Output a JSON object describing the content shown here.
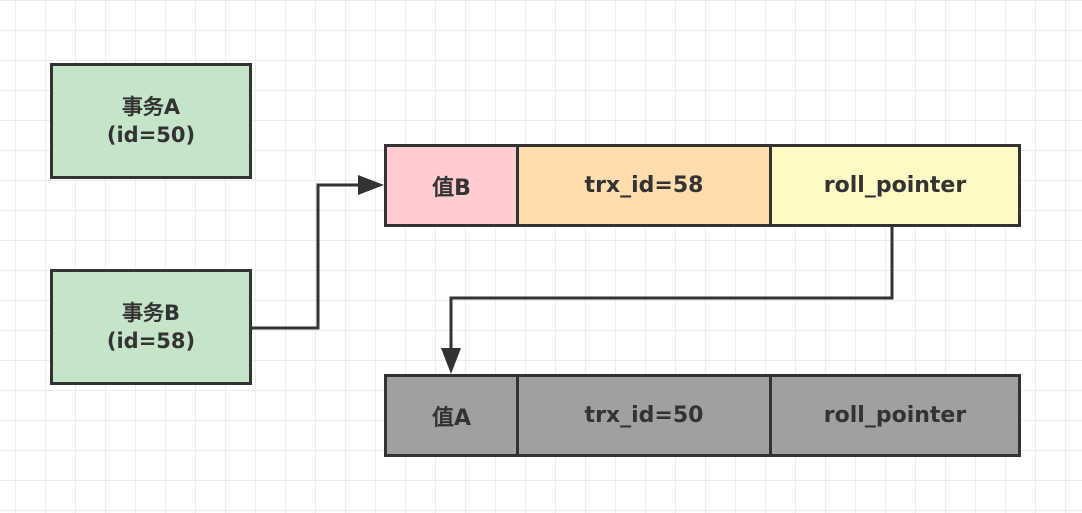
{
  "transactions": [
    {
      "name": "事务A",
      "id_label": "(id=50)",
      "fill": "#c6e4c8"
    },
    {
      "name": "事务B",
      "id_label": "(id=58)",
      "fill": "#c6e4c8"
    }
  ],
  "version_chain": [
    {
      "cells": [
        {
          "text": "值B",
          "fill": "#ffccd0"
        },
        {
          "text": "trx_id=58",
          "fill": "#ffdcae"
        },
        {
          "text": "roll_pointer",
          "fill": "#fff9c4"
        }
      ]
    },
    {
      "cells": [
        {
          "text": "值A",
          "fill": "#a0a0a0"
        },
        {
          "text": "trx_id=50",
          "fill": "#a0a0a0"
        },
        {
          "text": "roll_pointer",
          "fill": "#a0a0a0"
        }
      ]
    }
  ],
  "connectors": [
    {
      "from": "事务B",
      "to": "值B",
      "kind": "arrow"
    },
    {
      "from": "roll_pointer (trx_id=58)",
      "to": "值A",
      "kind": "arrow"
    }
  ],
  "colors": {
    "stroke": "#333333",
    "grid": "#ececec"
  }
}
